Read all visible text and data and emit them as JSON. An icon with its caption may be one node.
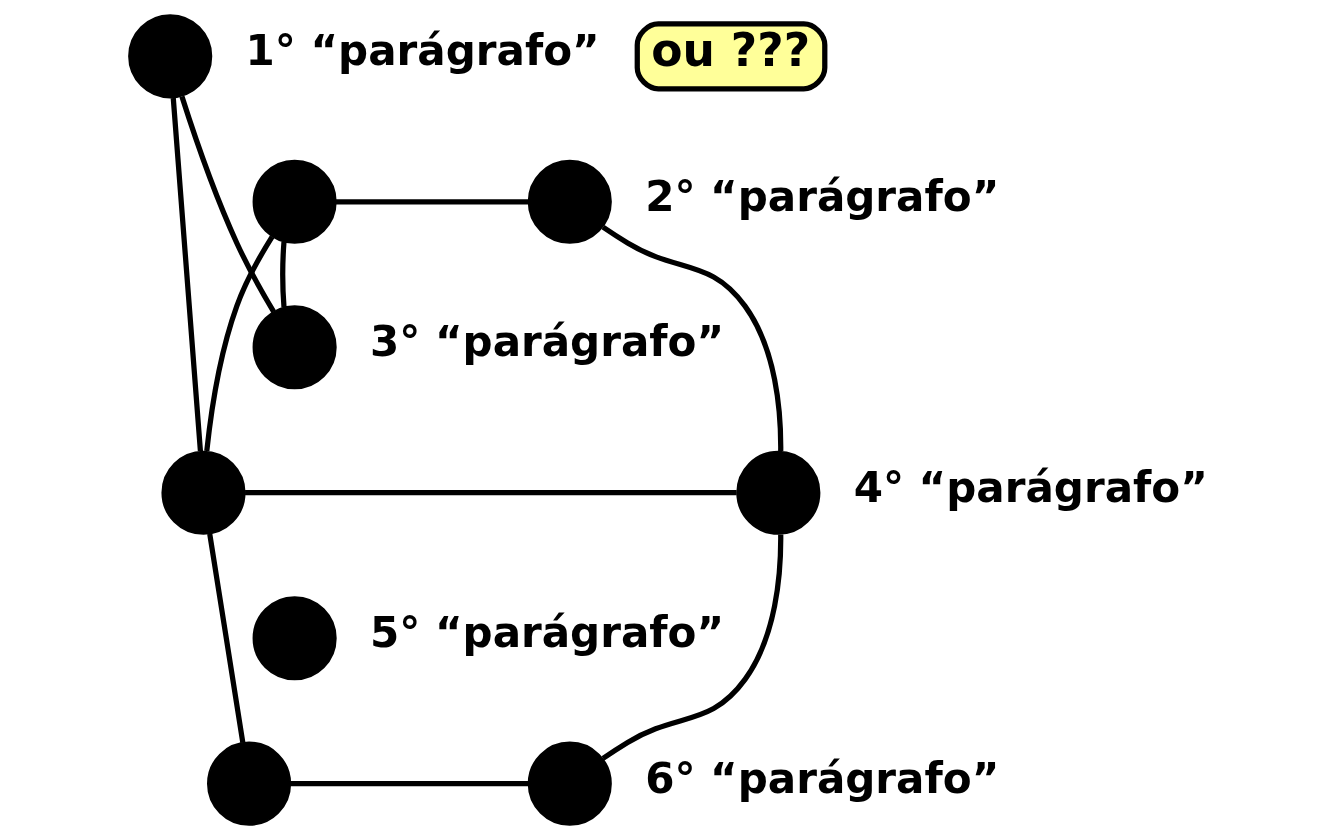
{
  "diagram": {
    "nodes": [
      {
        "text": [
          "ou ???"
        ]
      },
      {
        "text": [],
        "shape": "circle",
        "beside": [
          "1° “parágrafo”"
        ]
      },
      {
        "text": [],
        "shape": "circle"
      },
      {
        "text": [],
        "shape": "circle",
        "beside": [
          "2° “parágrafo”"
        ]
      },
      {
        "text": [],
        "shape": "circle",
        "beside": [
          "3° “parágrafo”"
        ]
      },
      {
        "text": [],
        "shape": "circle"
      },
      {
        "text": [],
        "shape": "circle",
        "beside": [
          "4° “parágrafo”"
        ]
      },
      {
        "text": [],
        "shape": "circle",
        "beside": [
          "5° “parágrafo”"
        ]
      },
      {
        "text": [],
        "shape": "circle"
      },
      {
        "text": [],
        "shape": "circle",
        "beside": [
          "6° “parágrafo”"
        ]
      }
    ],
    "edges": [
      {
        "from": 1,
        "to": 4,
        "arrow": "none"
      },
      {
        "from": 1,
        "to": 5,
        "arrow": "none"
      },
      {
        "from": 2,
        "to": 3,
        "arrow": "none"
      },
      {
        "from": 2,
        "to": 4,
        "arrow": "none"
      },
      {
        "from": 2,
        "to": 5,
        "arrow": "none"
      },
      {
        "from": 3,
        "to": 6,
        "arrow": "none"
      },
      {
        "from": 5,
        "to": 6,
        "arrow": "none"
      },
      {
        "from": 5,
        "to": 8,
        "arrow": "none"
      },
      {
        "from": 6,
        "to": 9,
        "arrow": "none"
      },
      {
        "from": 8,
        "to": 9,
        "arrow": "none"
      }
    ]
  }
}
